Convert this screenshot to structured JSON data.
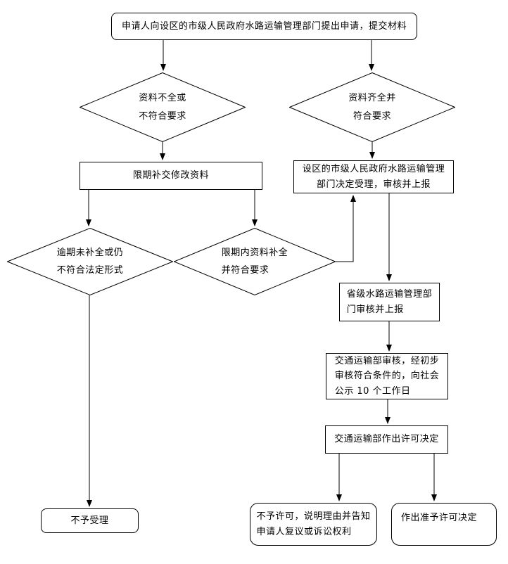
{
  "colors": {
    "line": "#000000",
    "background": "#ffffff",
    "shape_fill": "#ffffff"
  },
  "chart_data": {
    "type": "flowchart",
    "direction": "top-down",
    "edges": [
      "apply -> incomplete",
      "apply -> complete",
      "incomplete -> supplement",
      "supplement -> overdue",
      "supplement -> in_time",
      "overdue -> not_accepted",
      "in_time -> city_accept",
      "complete -> city_accept",
      "city_accept -> province_review",
      "province_review -> mot_review",
      "mot_review -> mot_decision",
      "mot_decision -> deny_permit",
      "mot_decision -> grant_permit"
    ]
  },
  "nodes": {
    "apply": {
      "label": "申请人向设区的市级人民政府水路运输管理部门提出申请，提交材料"
    },
    "incomplete": {
      "label": "资料不全或\n不符合要求"
    },
    "complete": {
      "label": "资料齐全并\n符合要求"
    },
    "supplement": {
      "label": "限期补交修改资料"
    },
    "city_accept": {
      "label": "设区的市级人民政府水路运输管理\n部门决定受理，审核并上报"
    },
    "overdue": {
      "label": "逾期未补全或仍\n不符合法定形式"
    },
    "in_time": {
      "label": "限期内资料补全\n并符合要求"
    },
    "province_review": {
      "label": "省级水路运输管理部\n门审核并上报"
    },
    "mot_review": {
      "label": "交通运输部审核，经初步\n审核符合条件的，向社会\n公示 10 个工作日"
    },
    "mot_decision": {
      "label": "交通运输部作出许可决定"
    },
    "not_accepted": {
      "label": "不予受理"
    },
    "deny_permit": {
      "label": "不予许可，说明理由并告知\n申请人复议或诉讼权利"
    },
    "grant_permit": {
      "label": "作出准予许可决定"
    }
  }
}
